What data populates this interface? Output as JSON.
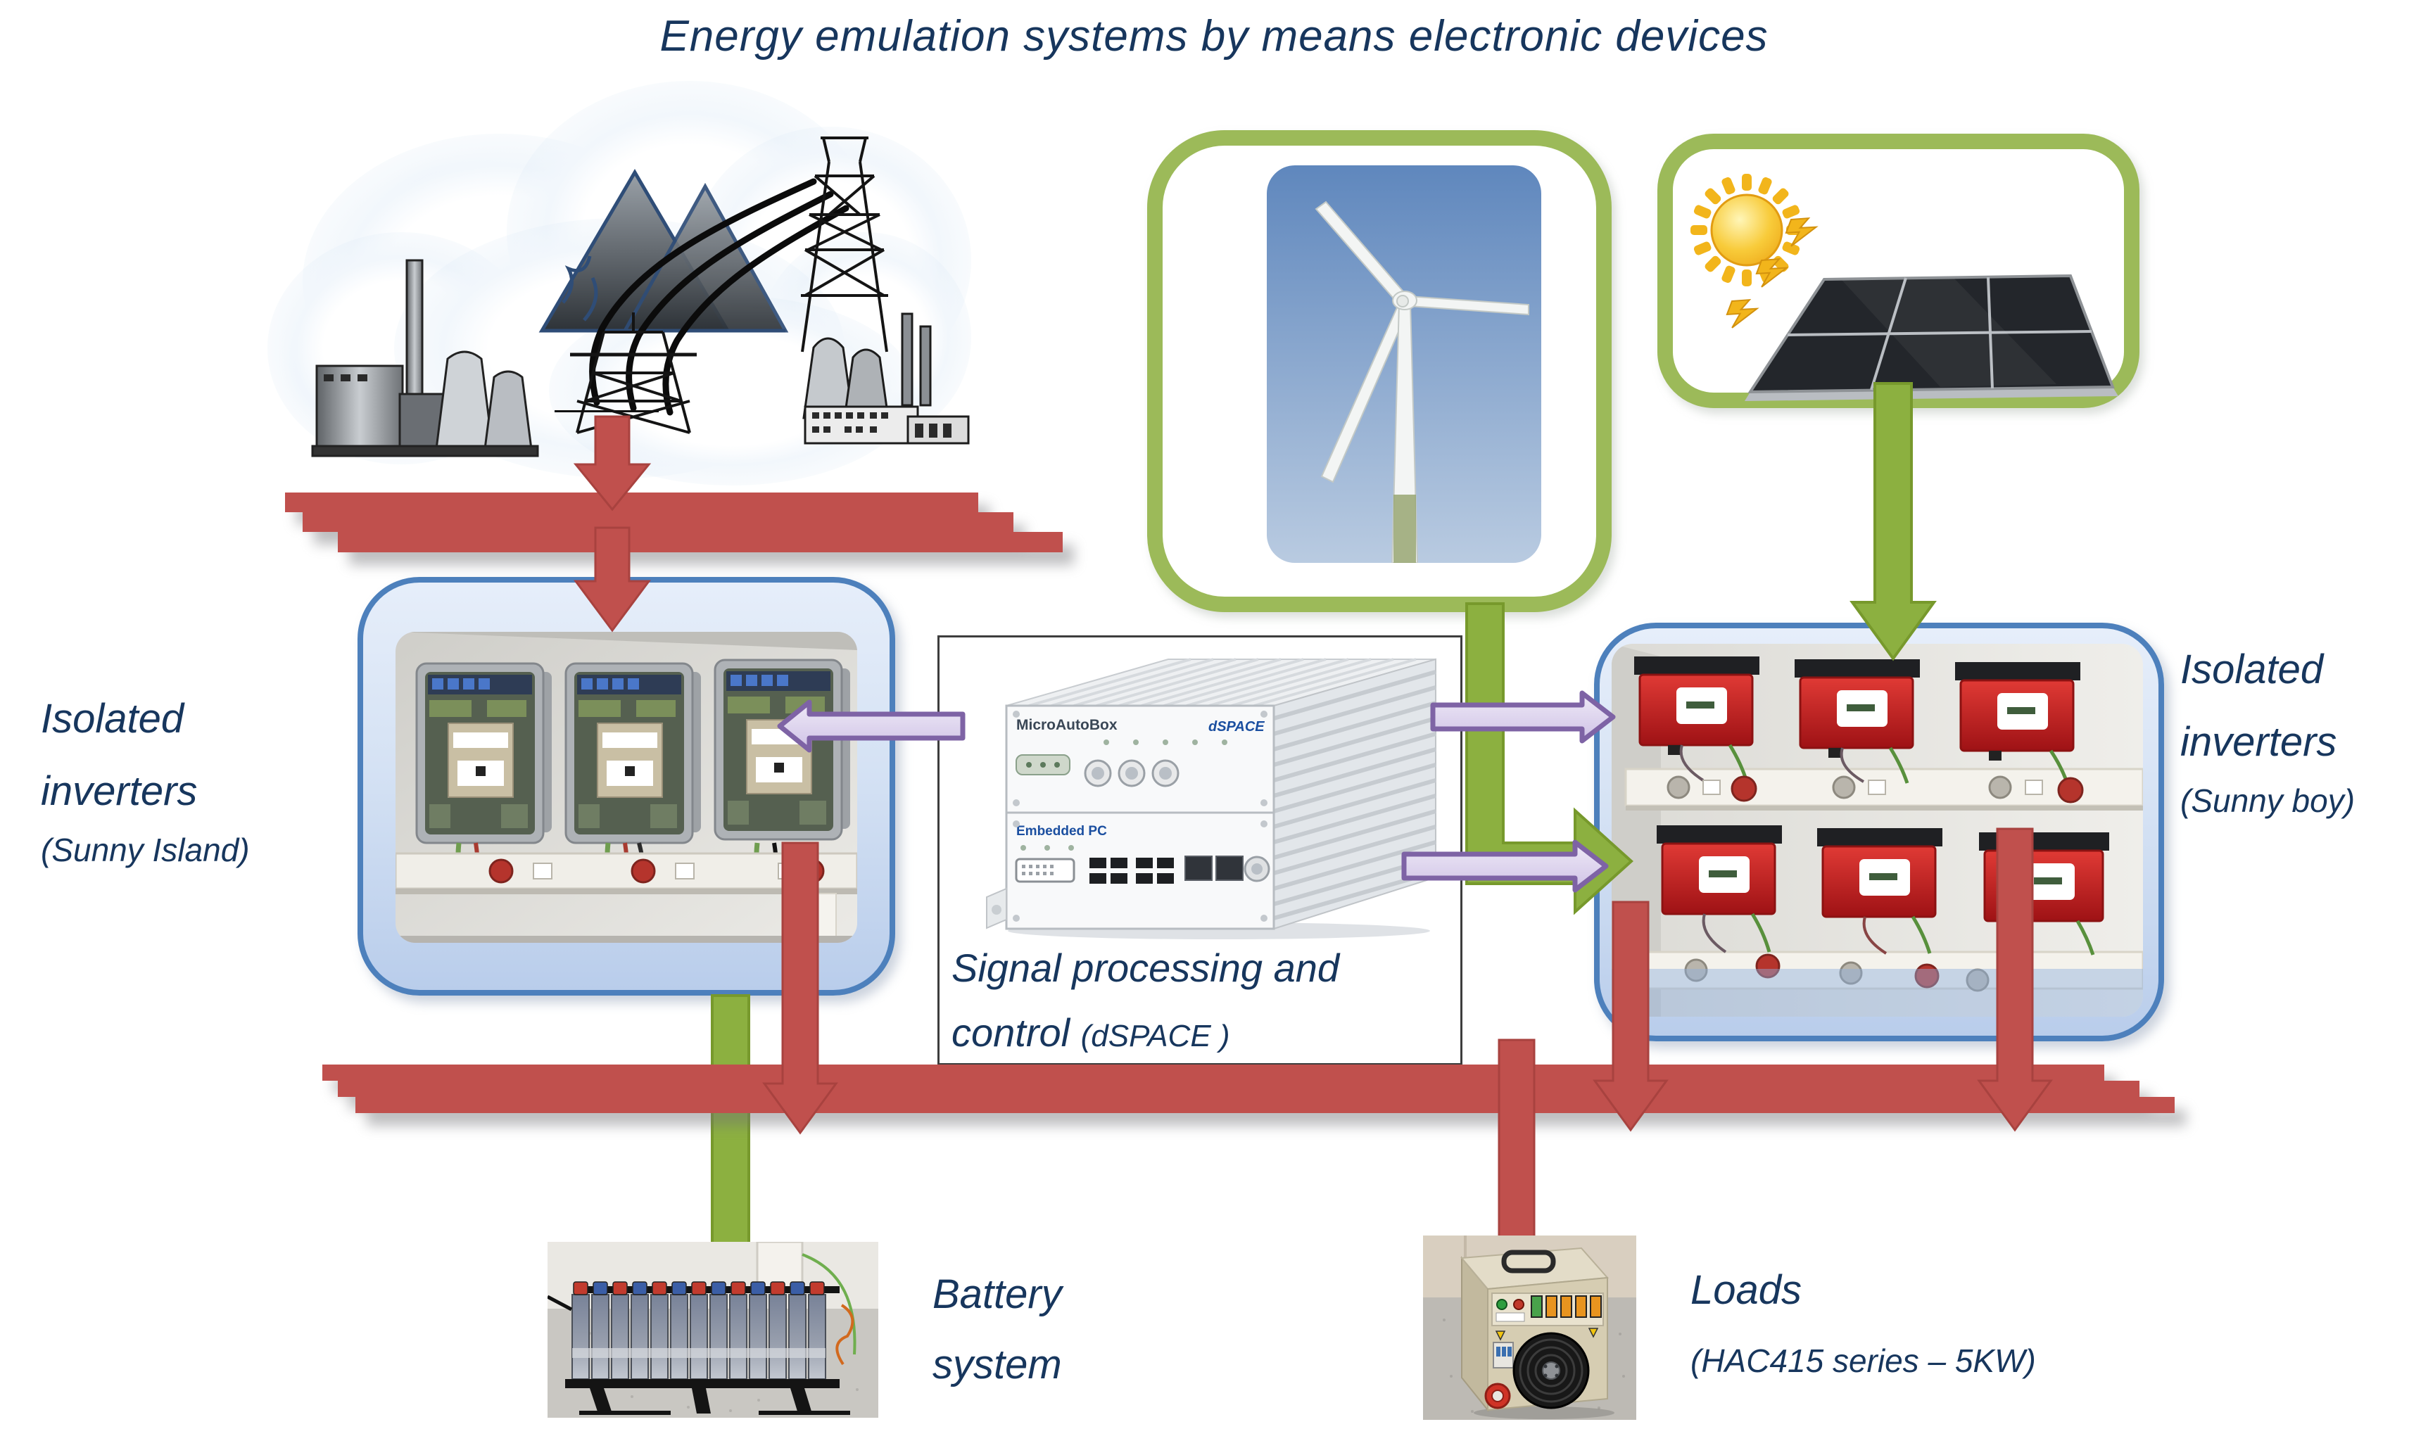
{
  "title": "Energy emulation systems by means electronic devices",
  "colors": {
    "bus_red": "#c0504d",
    "frame_green": "#9cba59",
    "arrow_green": "#8cb040",
    "arrow_purple": "#7e63a5",
    "box_blue_border": "#4d80bc",
    "text_navy": "#17365d"
  },
  "left_box": {
    "label_line1": "Isolated",
    "label_line2": "inverters",
    "label_sub": "(Sunny Island)"
  },
  "right_box": {
    "label_line1": "Isolated",
    "label_line2": "inverters",
    "label_sub": "(Sunny boy)"
  },
  "signal": {
    "line1": "Signal processing and",
    "line2": "control",
    "sub": "(dSPACE )"
  },
  "battery": {
    "line1": "Battery",
    "line2": "system"
  },
  "loads": {
    "line1": "Loads",
    "sub": "(HAC415 series – 5KW)"
  },
  "device": {
    "model": "MicroAutoBox",
    "brand": "dSPACE",
    "embedded": "Embedded PC"
  }
}
